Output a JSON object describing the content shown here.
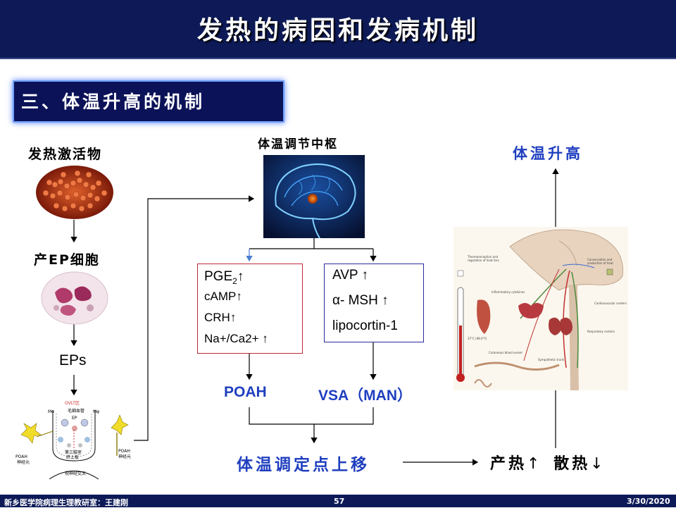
{
  "title": "发热的病因和发病机制",
  "section": "三、体温升高的机制",
  "left_column": {
    "activator_label": "发热激活物",
    "ep_cell_label": "产EP细胞",
    "eps_label": "EPs",
    "diagram_labels": {
      "ovlt": "OVLT区",
      "capillary": "毛细血管",
      "ep": "EP",
      "mphi_left": "Mφ",
      "mphi_right": "Mφ",
      "ventricle": "第三脑室\n终上板",
      "poah_left": "POAH\n神经元",
      "poah_right": "POAH\n神经元",
      "chiasm": "视神经交叉"
    }
  },
  "center": {
    "regulation_center_label": "体温调节中枢",
    "red_box": {
      "pge2": "PGE",
      "pge2_sub": "2",
      "pge2_arrow": "↑",
      "items": [
        "cAMP↑",
        "CRH↑",
        "Na+/Ca2+ ↑"
      ]
    },
    "blue_box": {
      "items": [
        "AVP ↑",
        "α- MSH ↑",
        "lipocortin-1"
      ]
    },
    "poah": "POAH",
    "vsa": "VSA（MAN）",
    "setpoint": "体温调定点上移"
  },
  "right": {
    "temp_rise": "体温升高",
    "heat_production": "产热",
    "heat_production_arrow": "↑",
    "heat_dissipation": "散热",
    "heat_dissipation_arrow": "↓"
  },
  "footer": {
    "left": "新乡医学院病理生理教研室：王建刚",
    "page": "57",
    "date": "3/30/2020"
  },
  "colors": {
    "title_bg": "#0d1a57",
    "accent_blue": "#1f3fbf",
    "red_box": "#c0283a",
    "blue_box": "#2a2a9a"
  }
}
